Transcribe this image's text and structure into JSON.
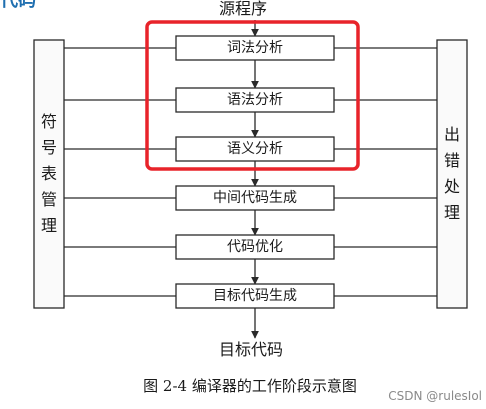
{
  "top_label": "源程序",
  "bottom_label": "目标代码",
  "left_panel": "符号表管理",
  "right_panel": "出错处理",
  "stages": [
    {
      "label": "词法分析"
    },
    {
      "label": "语法分析"
    },
    {
      "label": "语义分析"
    },
    {
      "label": "中间代码生成"
    },
    {
      "label": "代码优化"
    },
    {
      "label": "目标代码生成"
    }
  ],
  "caption": "图 2-4    编译器的工作阶段示意图",
  "watermark": "CSDN @rulesIol",
  "corner_fragment": "代码",
  "colors": {
    "highlight": "#e8232a",
    "line": "#2a2a2a",
    "box_fill": "#ffffff",
    "panel_fill": "#fafafa",
    "corner_text": "#1f6fb0"
  }
}
